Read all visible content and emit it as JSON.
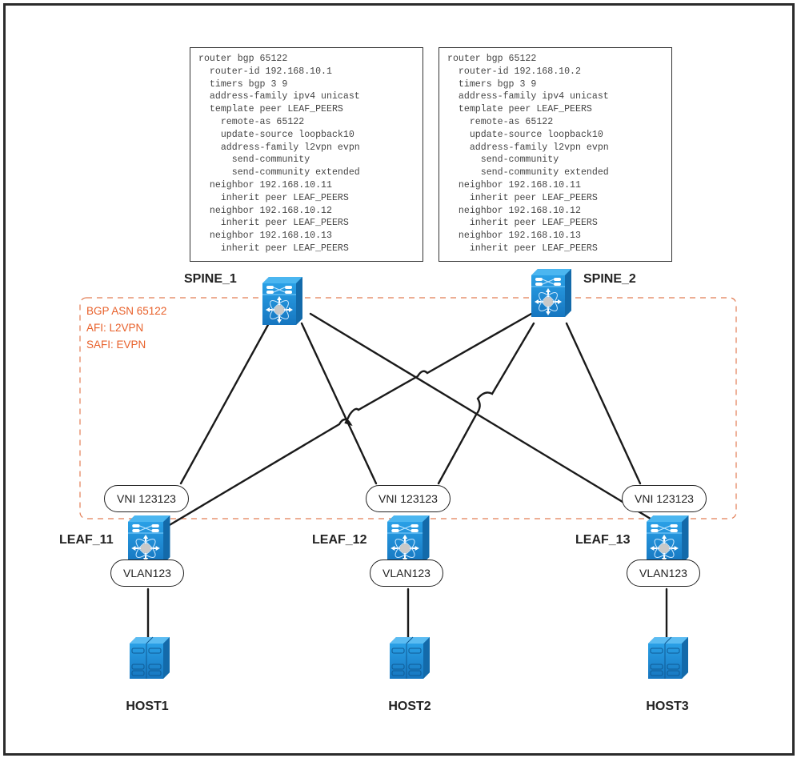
{
  "spine1_config": {
    "lines": [
      "router bgp 65122",
      "  router-id 192.168.10.1",
      "  timers bgp 3 9",
      "  address-family ipv4 unicast",
      "  template peer LEAF_PEERS",
      "    remote-as 65122",
      "    update-source loopback10",
      "    address-family l2vpn evpn",
      "      send-community",
      "      send-community extended",
      "  neighbor 192.168.10.11",
      "    inherit peer LEAF_PEERS",
      "  neighbor 192.168.10.12",
      "    inherit peer LEAF_PEERS",
      "  neighbor 192.168.10.13",
      "    inherit peer LEAF_PEERS"
    ]
  },
  "spine2_config": {
    "lines": [
      "router bgp 65122",
      "  router-id 192.168.10.2",
      "  timers bgp 3 9",
      "  address-family ipv4 unicast",
      "  template peer LEAF_PEERS",
      "    remote-as 65122",
      "    update-source loopback10",
      "    address-family l2vpn evpn",
      "      send-community",
      "      send-community extended",
      "  neighbor 192.168.10.11",
      "    inherit peer LEAF_PEERS",
      "  neighbor 192.168.10.12",
      "    inherit peer LEAF_PEERS",
      "  neighbor 192.168.10.13",
      "    inherit peer LEAF_PEERS"
    ]
  },
  "bgp_domain": {
    "asn": "BGP ASN 65122",
    "afi": "AFI: L2VPN",
    "safi": "SAFI: EVPN",
    "color": "#e8602a"
  },
  "spines": [
    {
      "name": "SPINE_1"
    },
    {
      "name": "SPINE_2"
    }
  ],
  "leaves": [
    {
      "name": "LEAF_11",
      "vni": "VNI 123123",
      "vlan": "VLAN123",
      "host": "HOST1"
    },
    {
      "name": "LEAF_12",
      "vni": "VNI 123123",
      "vlan": "VLAN123",
      "host": "HOST2"
    },
    {
      "name": "LEAF_13",
      "vni": "VNI 123123",
      "vlan": "VLAN123",
      "host": "HOST3"
    }
  ],
  "links": [
    {
      "from": "SPINE_1",
      "to": "LEAF_11"
    },
    {
      "from": "SPINE_1",
      "to": "LEAF_12"
    },
    {
      "from": "SPINE_1",
      "to": "LEAF_13"
    },
    {
      "from": "SPINE_2",
      "to": "LEAF_11"
    },
    {
      "from": "SPINE_2",
      "to": "LEAF_12"
    },
    {
      "from": "SPINE_2",
      "to": "LEAF_13"
    },
    {
      "from": "LEAF_11",
      "to": "HOST1"
    },
    {
      "from": "LEAF_12",
      "to": "HOST2"
    },
    {
      "from": "LEAF_13",
      "to": "HOST3"
    }
  ],
  "colors": {
    "device_blue": "#1f8fd6",
    "device_dark": "#1670b3",
    "line": "#1a1a1a"
  }
}
